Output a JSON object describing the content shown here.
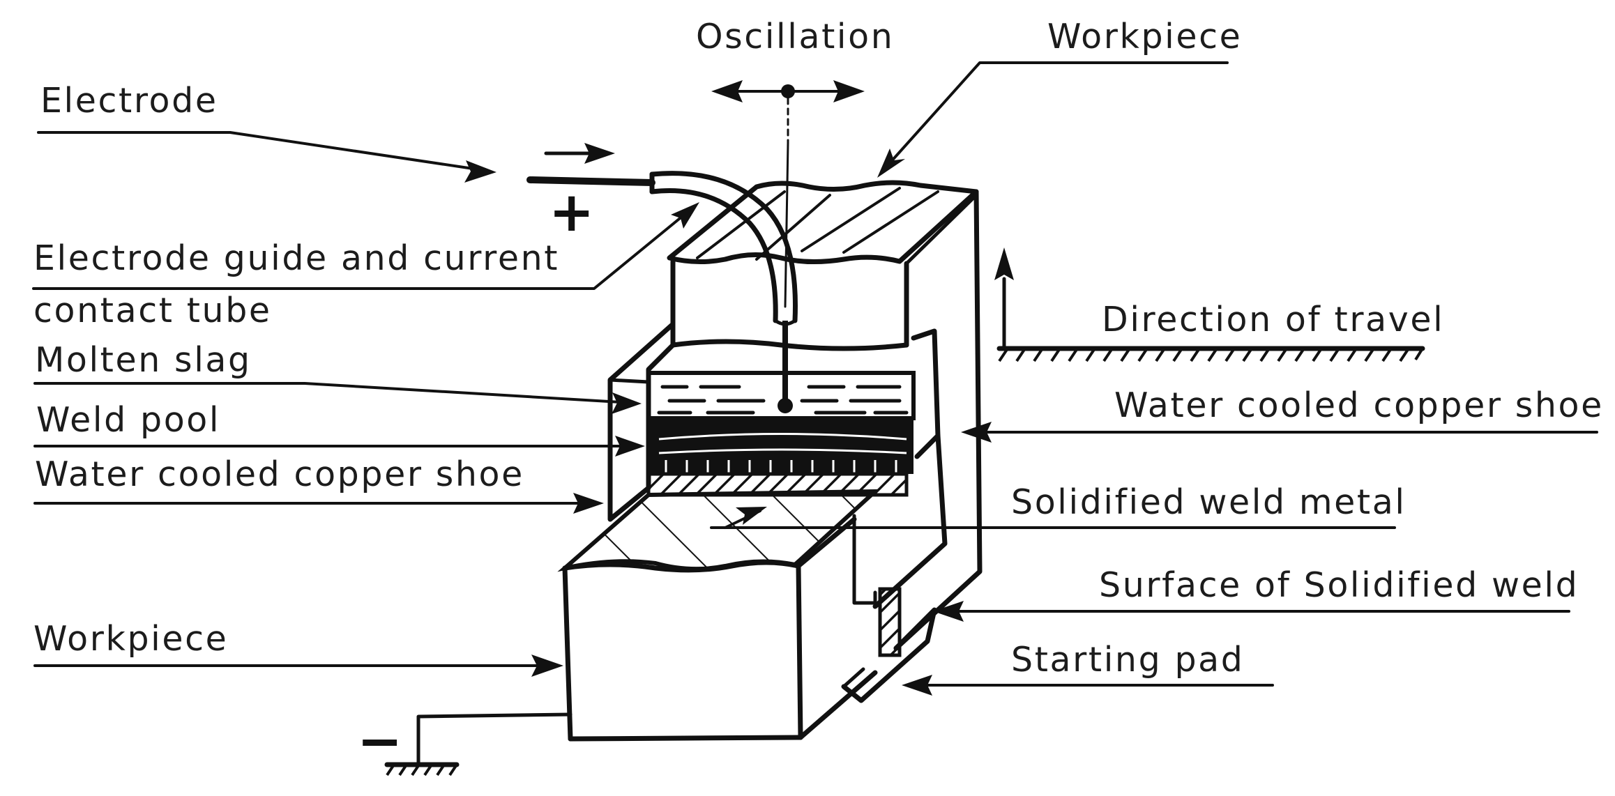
{
  "labels": {
    "oscillation": "Oscillation",
    "workpiece_top": "Workpiece",
    "electrode": "Electrode",
    "guide_line1": "Electrode guide and current",
    "guide_line2": "contact tube",
    "molten_slag": "Molten slag",
    "weld_pool": "Weld pool",
    "shoe_left": "Water cooled copper shoe",
    "direction": "Direction of travel",
    "shoe_right": "Water cooled copper shoe",
    "solidified_metal": "Solidified weld metal",
    "surface_weld": "Surface of Solidified weld",
    "starting_pad": "Starting pad",
    "workpiece_bottom": "Workpiece"
  },
  "symbols": {
    "plus": "+",
    "minus": "−"
  }
}
